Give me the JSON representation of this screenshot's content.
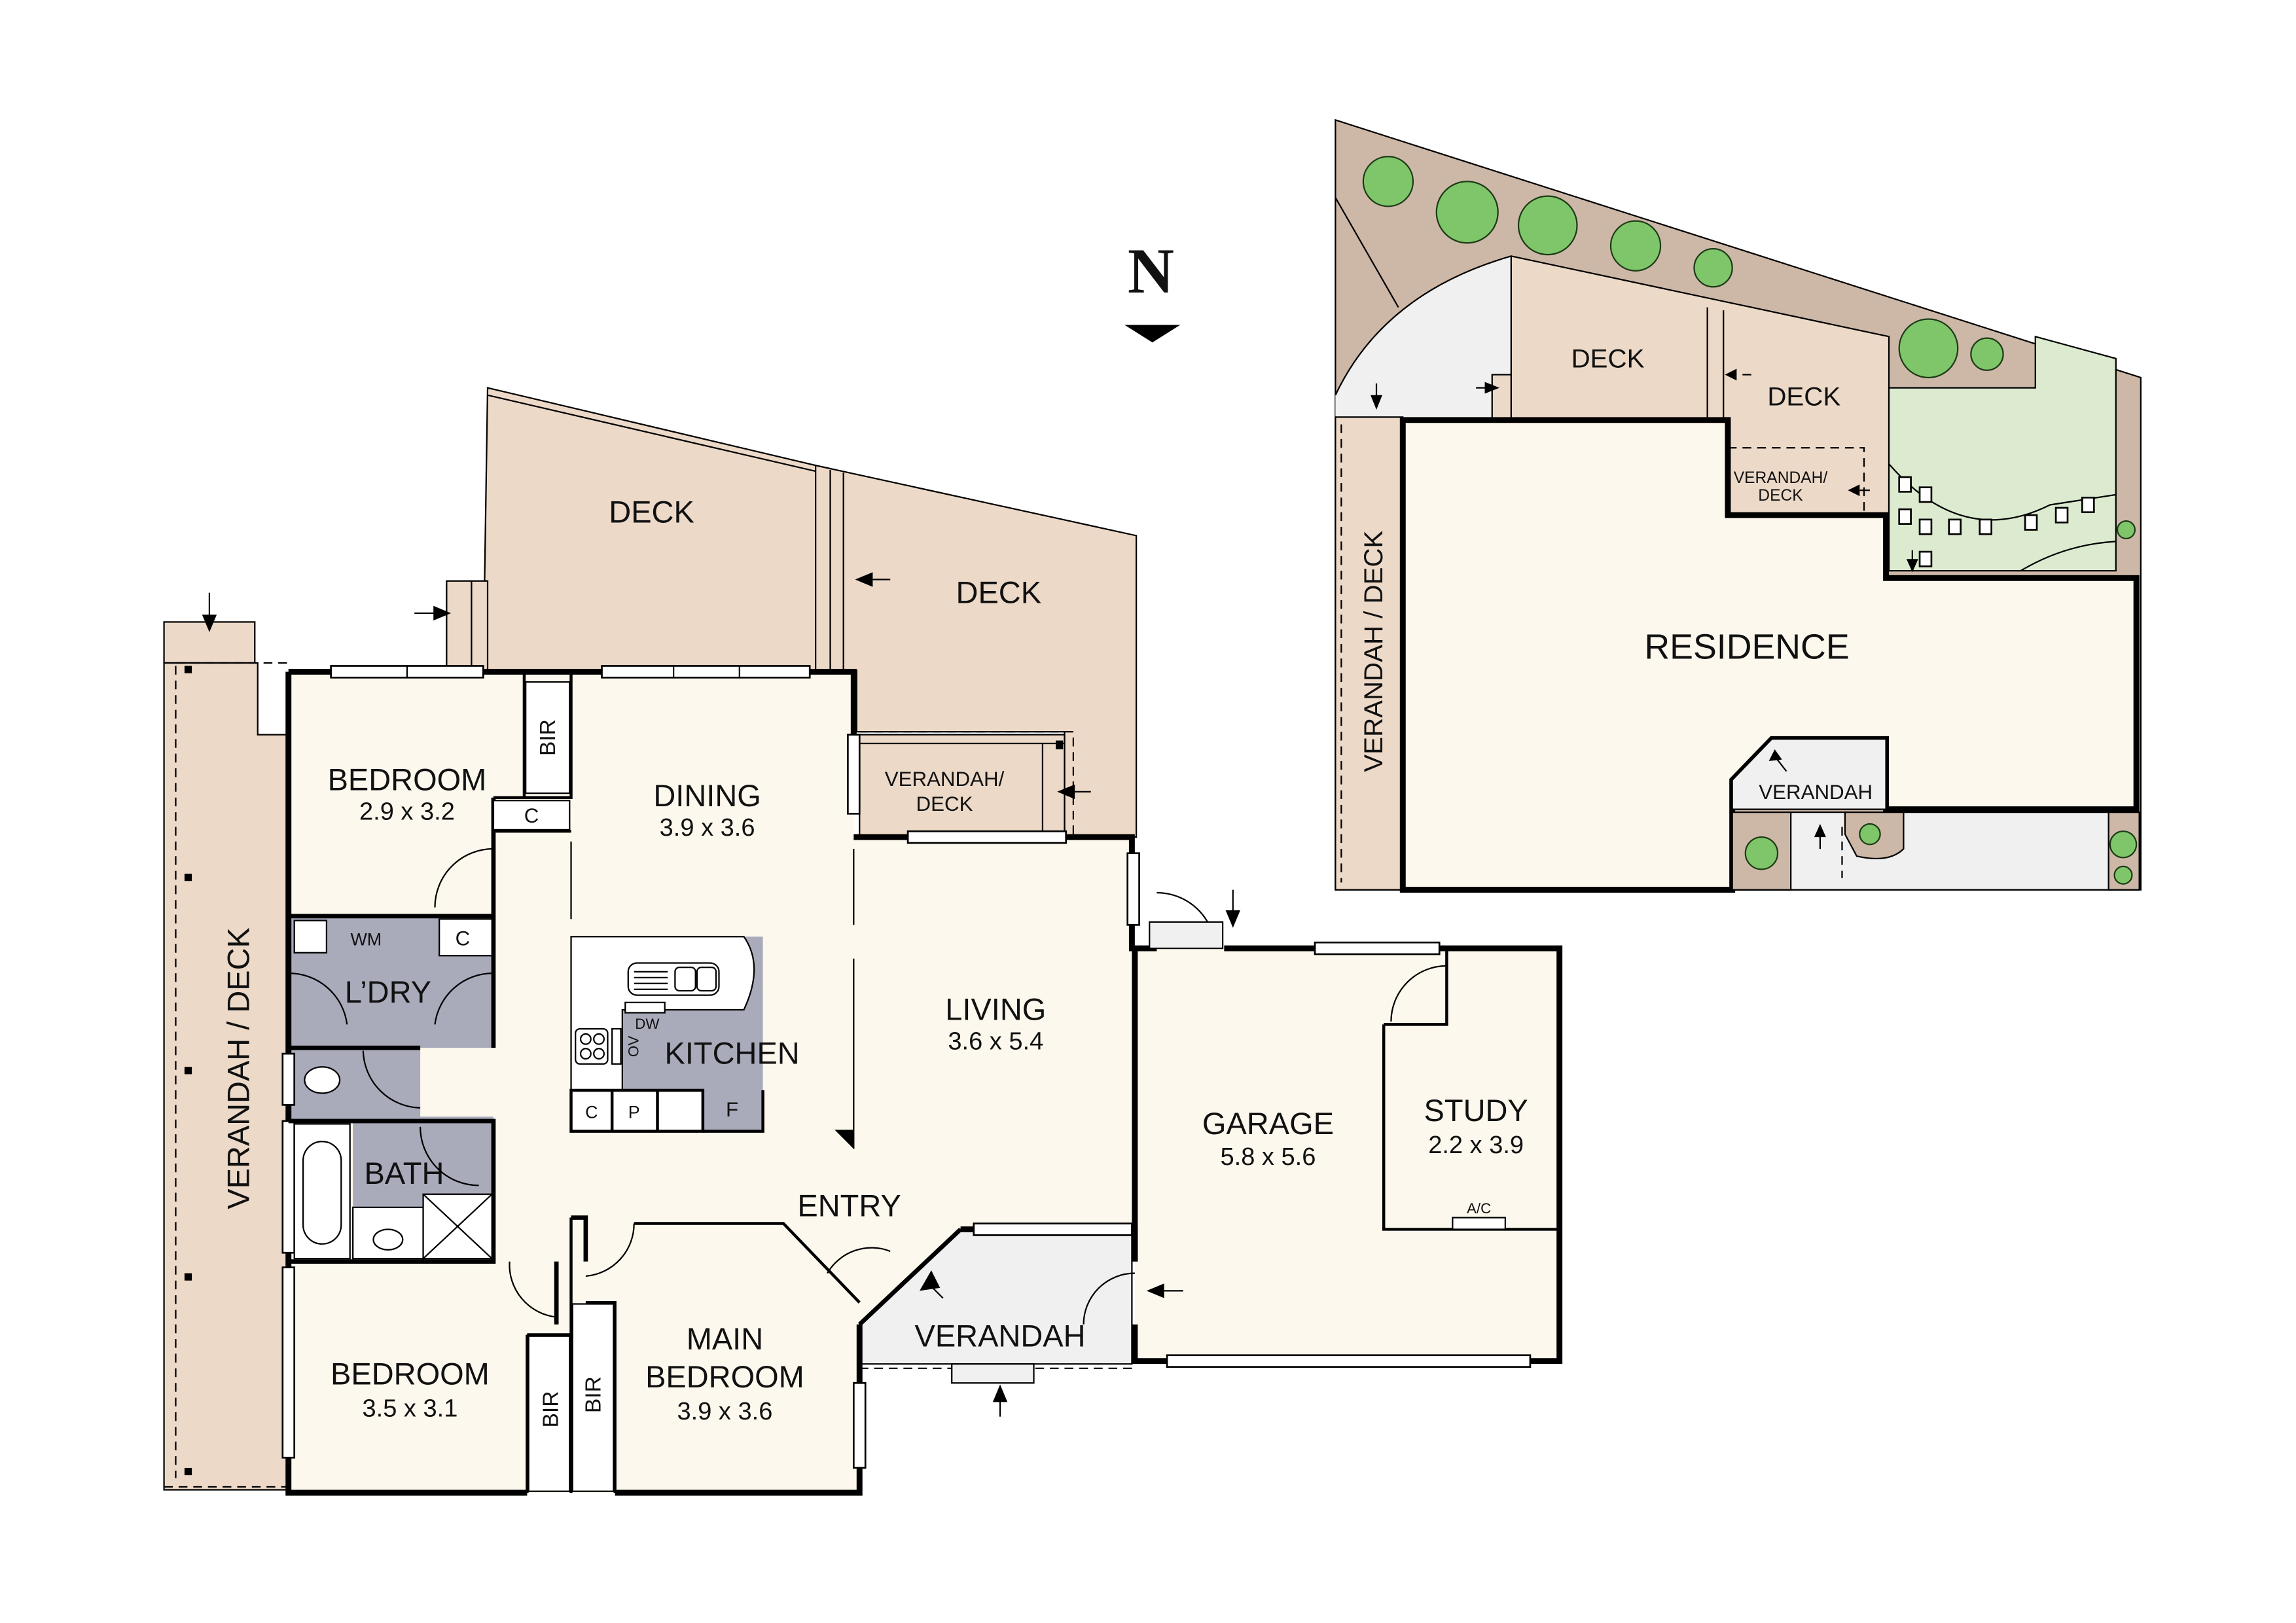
{
  "compass": {
    "label": "N"
  },
  "floor_plan": {
    "rooms": [
      {
        "id": "bedroom2",
        "name": "BEDROOM",
        "size": "2.9 x 3.2"
      },
      {
        "id": "dining",
        "name": "DINING",
        "size": "3.9 x 3.6"
      },
      {
        "id": "living",
        "name": "LIVING",
        "size": "3.6 x 5.4"
      },
      {
        "id": "kitchen",
        "name": "KITCHEN",
        "size": ""
      },
      {
        "id": "laundry",
        "name": "L’DRY",
        "size": ""
      },
      {
        "id": "bath",
        "name": "BATH",
        "size": ""
      },
      {
        "id": "bedroom3",
        "name": "BEDROOM",
        "size": "3.5 x 3.1"
      },
      {
        "id": "main_bedroom_l1",
        "name": "MAIN",
        "size": ""
      },
      {
        "id": "main_bedroom_l2",
        "name": "BEDROOM",
        "size": "3.9 x 3.6"
      },
      {
        "id": "garage",
        "name": "GARAGE",
        "size": "5.8 x 5.6"
      },
      {
        "id": "study",
        "name": "STUDY",
        "size": "2.2 x 3.9"
      },
      {
        "id": "entry",
        "name": "ENTRY",
        "size": ""
      },
      {
        "id": "verandah_front",
        "name": "VERANDAH",
        "size": ""
      }
    ],
    "outdoor": {
      "deck_1": "DECK",
      "deck_2": "DECK",
      "verandah_deck_small_l1": "VERANDAH/",
      "verandah_deck_small_l2": "DECK",
      "verandah_deck_side": "VERANDAH / DECK"
    },
    "fixtures": {
      "bir_1": "BIR",
      "bir_2": "BIR",
      "bir_3": "BIR",
      "cupboard": "C",
      "laundry_cupboard": "C",
      "washing_machine": "WM",
      "dishwasher": "DW",
      "oven": "OV",
      "kitchen_cupboard": "C",
      "pantry": "P",
      "fridge": "F",
      "air_conditioner": "A/C"
    }
  },
  "site_plan": {
    "residence": "RESIDENCE",
    "deck_1": "DECK",
    "deck_2": "DECK",
    "verandah_deck_l1": "VERANDAH/",
    "verandah_deck_l2": "DECK",
    "verandah": "VERANDAH",
    "verandah_deck_side": "VERANDAH / DECK"
  },
  "colors": {
    "floor": "#fdf8ed",
    "deck": "#ecd9c8",
    "wet_area": "#a9abbb",
    "paving": "#f0f0f0",
    "garden_bed": "#cdb8a8",
    "lawn": "#dcebcf",
    "tree": "#7fc66b",
    "wall": "#000000"
  }
}
